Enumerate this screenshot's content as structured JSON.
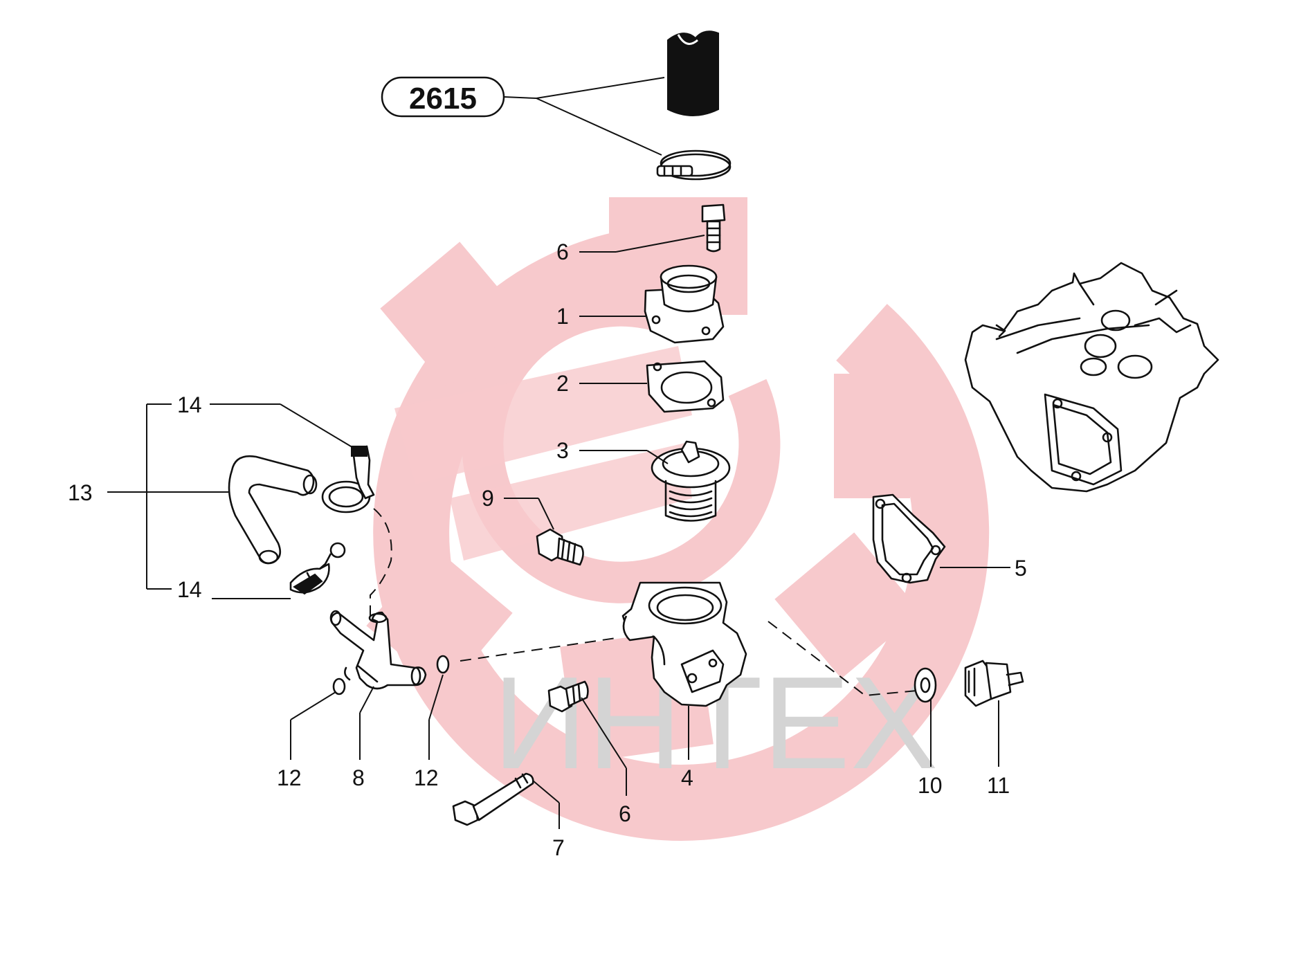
{
  "watermark": {
    "text": "ИНТЕХ",
    "gear_color": "#f7c9cc",
    "text_color": "#d4d4d4"
  },
  "group": {
    "label": "2615"
  },
  "callouts": {
    "c1": "1",
    "c2": "2",
    "c3": "3",
    "c4": "4",
    "c5": "5",
    "c6a": "6",
    "c6b": "6",
    "c7": "7",
    "c8": "8",
    "c9": "9",
    "c10": "10",
    "c11": "11",
    "c12a": "12",
    "c12b": "12",
    "c13": "13",
    "c14a": "14",
    "c14b": "14"
  }
}
